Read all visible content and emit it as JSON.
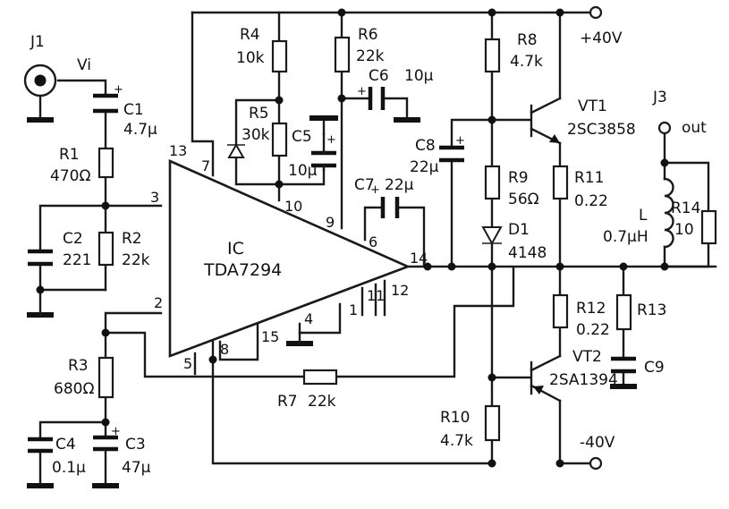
{
  "labels": {
    "j1": "J1",
    "vi": "Vi",
    "j3": "J3",
    "out": "out",
    "c1": "C1",
    "c1_val": "4.7μ",
    "r1": "R1",
    "r1_val": "470Ω",
    "c2": "C2",
    "c2_val": "221",
    "r2": "R2",
    "r2_val": "22k",
    "r3": "R3",
    "r3_val": "680Ω",
    "c4": "C4",
    "c4_val": "0.1μ",
    "c3": "C3",
    "c3_val": "47μ",
    "r4": "R4",
    "r4_val": "10k",
    "r5": "R5",
    "r5_val": "30k",
    "c5": "C5",
    "c5_val": "10μ",
    "r6": "R6",
    "r6_val": "22k",
    "c6": "C6",
    "c6_val": "10μ",
    "c7": "C7",
    "c7_val": "22μ",
    "c8": "C8",
    "c8_val": "22μ",
    "r7": "R7",
    "r7_val": "22k",
    "r8": "R8",
    "r8_val": "4.7k",
    "r9": "R9",
    "r9_val": "56Ω",
    "d1": "D1",
    "d1_val": "4148",
    "r10": "R10",
    "r10_val": "4.7k",
    "vt1": "VT1",
    "vt1_val": "2SC3858",
    "vt2": "VT2",
    "vt2_val": "2SA1394",
    "r11": "R11",
    "r11_val": "0.22",
    "r12": "R12",
    "r12_val": "0.22",
    "r13": "R13",
    "c9": "C9",
    "l": "L",
    "l_val": "0.7μH",
    "r14": "R14",
    "r14_val": "10",
    "vpos": "+40V",
    "vneg": "-40V",
    "ic_name": "IC",
    "ic_part": "TDA7294",
    "plus": "+"
  },
  "pins": {
    "p2": "2",
    "p3": "3",
    "p4": "4",
    "p5": "5",
    "p6": "6",
    "p7": "7",
    "p8": "8",
    "p9": "9",
    "p10": "10",
    "p11": "11",
    "p12": "12",
    "p13": "13",
    "p14": "14",
    "p15": "15",
    "p1": "1"
  }
}
